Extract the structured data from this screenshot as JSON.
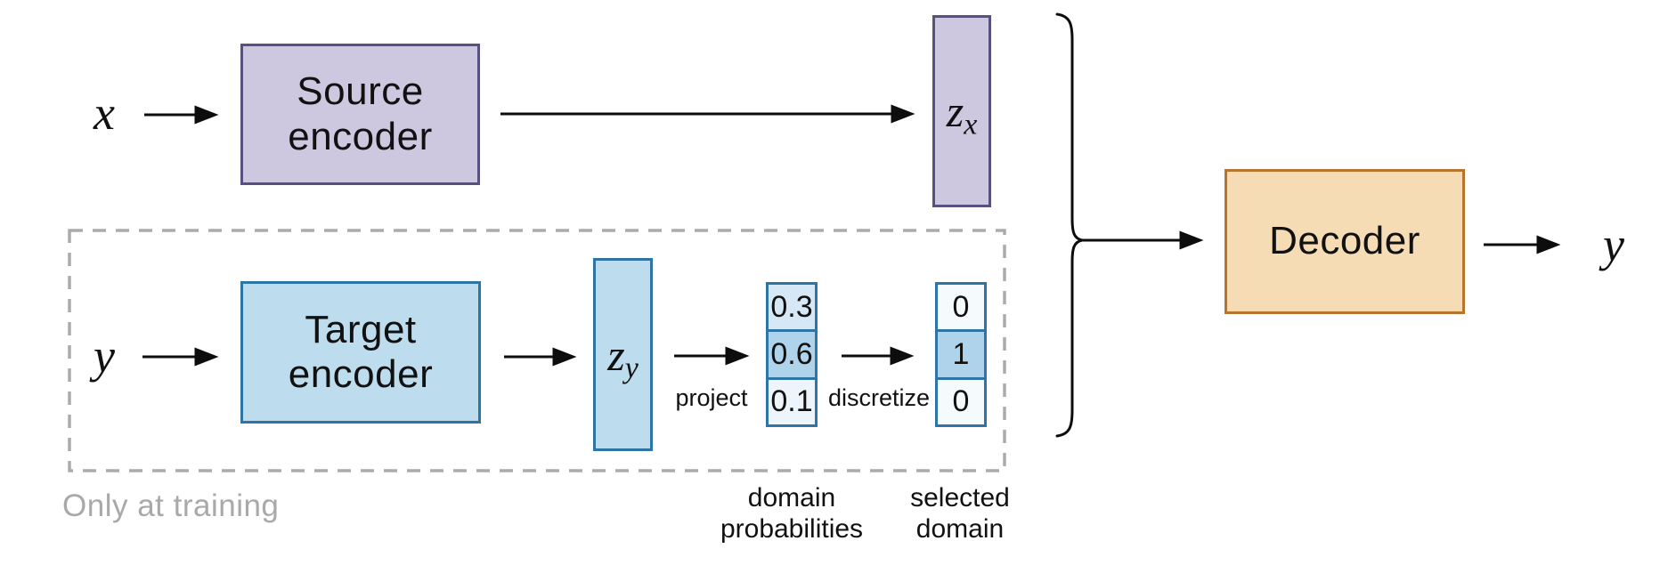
{
  "nodes": {
    "input_x": "x",
    "source_encoder": "Source encoder",
    "latent_x": {
      "base": "z",
      "sub": "x"
    },
    "input_y": "y",
    "target_encoder": "Target encoder",
    "latent_y": {
      "base": "z",
      "sub": "y"
    },
    "decoder": "Decoder",
    "output_y": "y"
  },
  "columns": {
    "probabilities": {
      "cells": [
        {
          "text": "0.3",
          "tone": "light"
        },
        {
          "text": "0.6",
          "tone": "medium"
        },
        {
          "text": "0.1",
          "tone": "faint"
        }
      ],
      "caption": "domain\nprobabilities"
    },
    "selected": {
      "cells": [
        {
          "text": "0",
          "tone": "white"
        },
        {
          "text": "1",
          "tone": "medium"
        },
        {
          "text": "0",
          "tone": "white"
        }
      ],
      "caption": "selected\ndomain"
    }
  },
  "edge_labels": {
    "project": "project",
    "discretize": "discretize"
  },
  "captions": {
    "training_scope": "Only at training"
  },
  "colors": {
    "purple_fill": "#cdc7df",
    "purple_border": "#56517e",
    "blue_fill": "#bddcee",
    "blue_border": "#2e75a6",
    "orange_fill": "#f5dcb4",
    "orange_border": "#b9742b",
    "cell_light": "#d6e8f5",
    "cell_medium": "#aed3eb",
    "cell_faint": "#edf4fb",
    "cell_white": "#f5fafd",
    "dashed_gray": "#ababab",
    "note_gray": "#a9a9a9",
    "arrow_black": "#0d0d0d"
  }
}
